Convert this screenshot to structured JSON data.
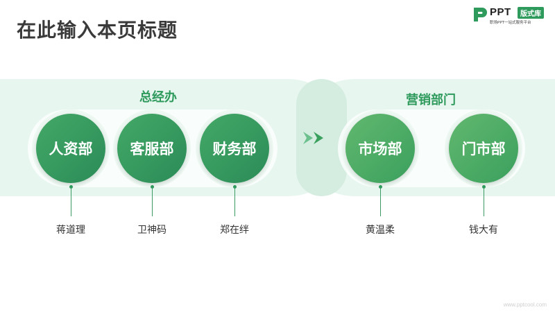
{
  "header": {
    "title": "在此输入本页标题"
  },
  "logo": {
    "word": "PPT",
    "badge": "版式库",
    "tagline": "职场PPT一站式服务平台",
    "brand_color": "#2e9a5c"
  },
  "groups": [
    {
      "label": "总经办",
      "departments": [
        {
          "name": "人资部",
          "person": "蒋道理"
        },
        {
          "name": "客服部",
          "person": "卫神码"
        },
        {
          "name": "财务部",
          "person": "郑在绊"
        }
      ]
    },
    {
      "label": "营销部门",
      "departments": [
        {
          "name": "市场部",
          "person": "黄温柔"
        },
        {
          "name": "门市部",
          "person": "钱大有"
        }
      ]
    }
  ],
  "connector_icon": "double-chevron-right-icon",
  "footer": {
    "url": "www.pptcool.com"
  },
  "colors": {
    "accent": "#2e9a5c",
    "band": "#e6f5ee",
    "title": "#3a3a3a"
  }
}
